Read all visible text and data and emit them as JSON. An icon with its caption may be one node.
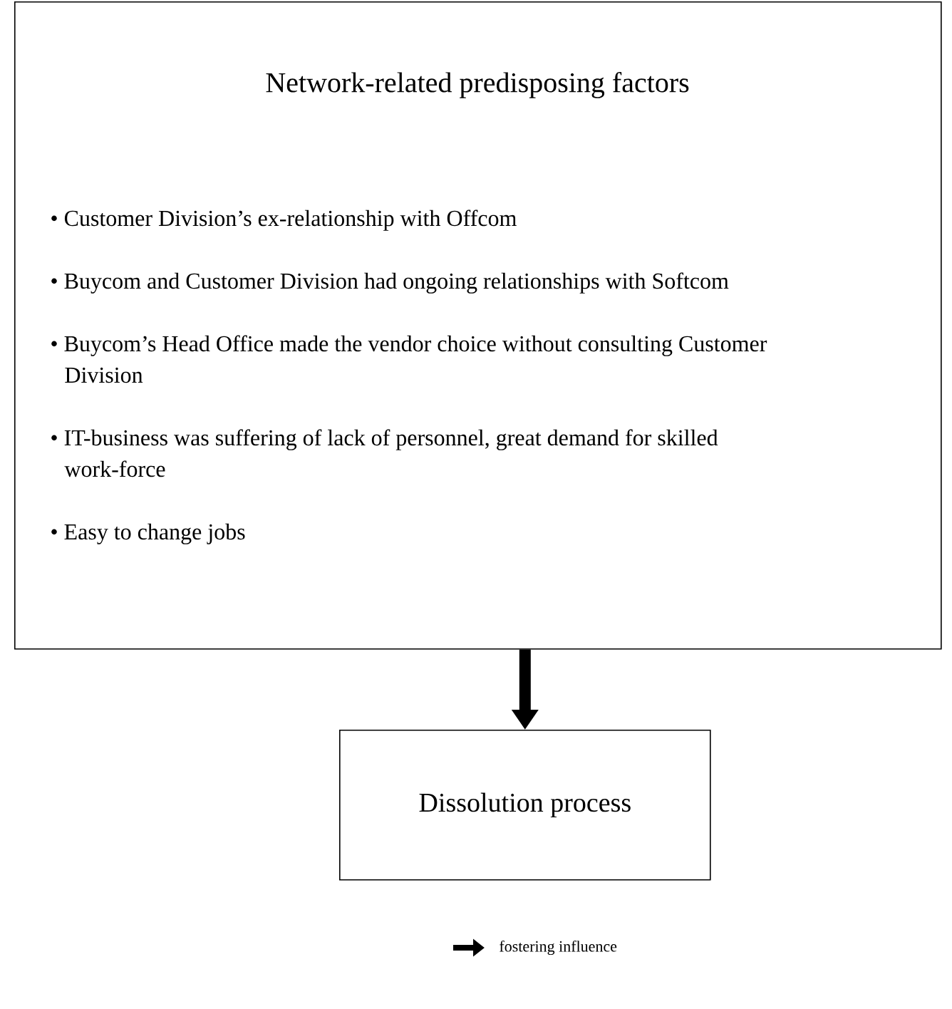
{
  "diagram": {
    "nodes": [
      {
        "text": [
          "Network-related predisposing factors",
          "• Customer Division’s ex-relationship with Offcom",
          "• Buycom and Customer Division had ongoing relationships with Softcom",
          "• Buycom’s Head Office made the vendor choice without consulting Customer Division",
          "• IT-business was suffering of lack of personnel, great demand for skilled work-force",
          "• Easy to change jobs"
        ]
      },
      {
        "text": [
          "Dissolution process"
        ]
      }
    ],
    "edges": [
      {
        "from": 0,
        "to": 1,
        "arrow": "to"
      }
    ],
    "legend": [
      {
        "text": "fostering influence"
      }
    ]
  }
}
